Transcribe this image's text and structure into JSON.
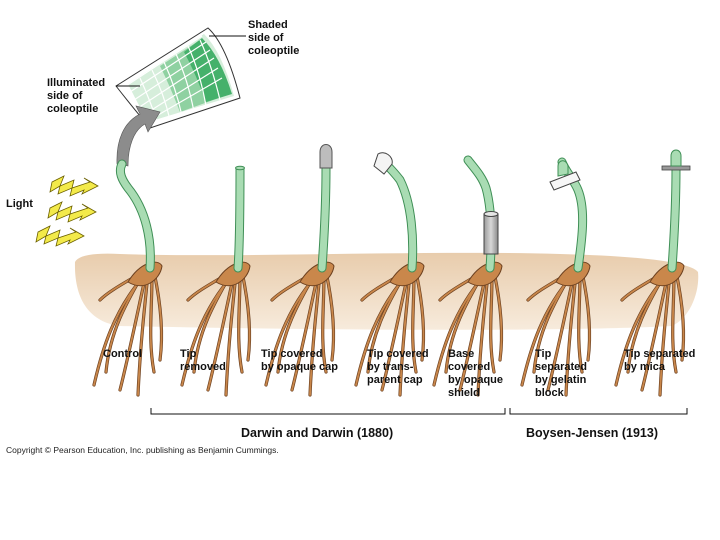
{
  "inset": {
    "shaded_label": [
      "Shaded",
      "side of",
      "coleoptile"
    ],
    "illuminated_label": [
      "Illuminated",
      "side of",
      "coleoptile"
    ]
  },
  "light_label": "Light",
  "conditions": [
    {
      "lines": [
        "Control"
      ]
    },
    {
      "lines": [
        "Tip",
        "removed"
      ]
    },
    {
      "lines": [
        "Tip covered",
        "by opaque cap"
      ]
    },
    {
      "lines": [
        "Tip covered",
        "by trans-",
        "parent cap"
      ]
    },
    {
      "lines": [
        "Base",
        "covered",
        "by opaque",
        "shield"
      ]
    },
    {
      "lines": [
        "Tip",
        "separated",
        "by gelatin",
        "block"
      ]
    },
    {
      "lines": [
        "Tip separated",
        "by mica"
      ]
    }
  ],
  "groups": {
    "darwin": "Darwin and Darwin (1880)",
    "boysen": "Boysen-Jensen (1913)"
  },
  "copyright": "Copyright © Pearson Education, Inc. publishing as Benjamin Cummings.",
  "colors": {
    "stem": "#a9dcb3",
    "stem_outline": "#3f8f56",
    "soil": "#f2dcc2",
    "root": "#c9874b",
    "root_outline": "#6e4221",
    "arrow": "#8c8c8c",
    "light": "#f3ea4a"
  }
}
